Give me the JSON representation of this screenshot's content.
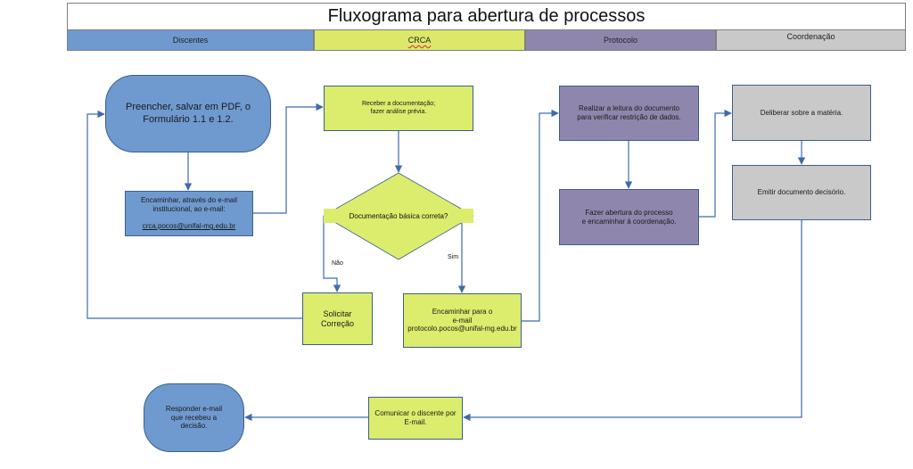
{
  "title": "Fluxograma para abertura de processos",
  "lanes": {
    "discentes": "Discentes",
    "crca": "CRCA",
    "protocolo": "Protocolo",
    "coordenacao": "Coordenação"
  },
  "nodes": {
    "preencher": "Preencher, salvar em PDF, o\nFormulário 1.1 e 1.2.",
    "encaminhar_email_line1": "Encaminhar, através do e-mail\ninstitucional, ao e-mail:",
    "encaminhar_email_addr": "crca.pocos@unifal-mg.edu.br",
    "receber": "Receber a  documentação;\nfazer análise prévia.",
    "decisao": "Documentação básica correta?",
    "nao": "Não",
    "sim": "Sim",
    "solicitar": "Solicitar Correção",
    "encaminhar_protocolo": "Encaminhar para o\ne-mail\nprotocolo.pocos@unifal-mg.edu.br",
    "leitura": "Realizar a leitura do documento\npara verificar restrição de dados.",
    "abertura": "Fazer abertura do processo\ne encaminhar à coordenação.",
    "deliberar": "Deliberar sobre a matéria.",
    "emitir": "Emitir documento decisório.",
    "comunicar": "Comunicar o discente por\nE-mail.",
    "responder": "Responder e-mail\nque recebeu a\ndecisão."
  },
  "colors": {
    "discentes": "#6f9ad0",
    "crca": "#dcec6c",
    "protocolo": "#8f86ad",
    "coordenacao": "#c9c9c9",
    "connector": "#3e6cab"
  }
}
